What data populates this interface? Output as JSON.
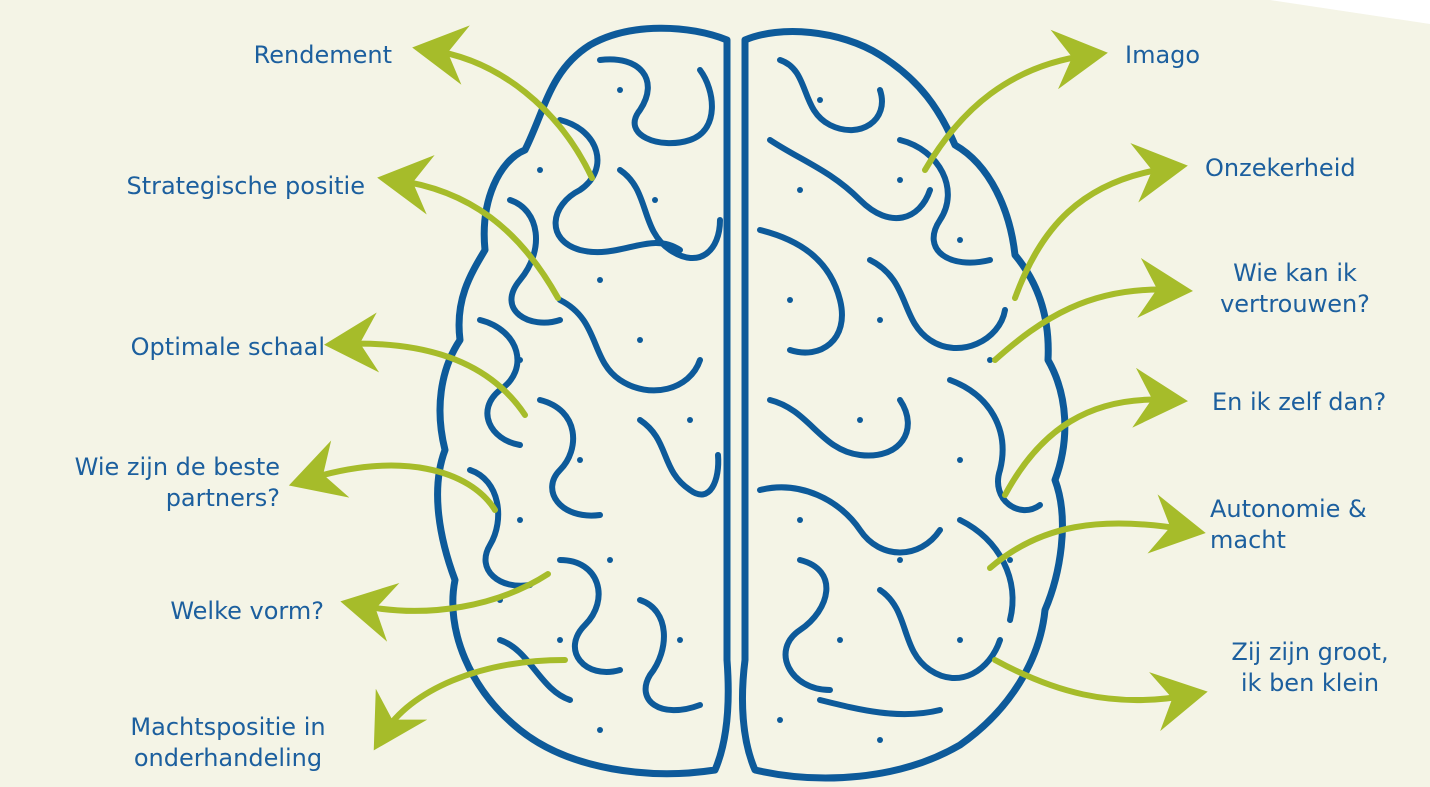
{
  "colors": {
    "background": "#f4f4e6",
    "brain": "#0d5a9a",
    "arrow": "#a6bc2a",
    "text": "#1c5f9e"
  },
  "left_labels": [
    {
      "id": "rendement",
      "text": "Rendement"
    },
    {
      "id": "strategische-positie",
      "text": "Strategische positie"
    },
    {
      "id": "optimale-schaal",
      "text": "Optimale schaal"
    },
    {
      "id": "beste-partners",
      "text": "Wie zijn de beste\npartners?"
    },
    {
      "id": "welke-vorm",
      "text": "Welke vorm?"
    },
    {
      "id": "machtspositie",
      "text": "Machtspositie in\nonderhandeling"
    }
  ],
  "right_labels": [
    {
      "id": "imago",
      "text": "Imago"
    },
    {
      "id": "onzekerheid",
      "text": "Onzekerheid"
    },
    {
      "id": "vertrouwen",
      "text": "Wie kan ik\nvertrouwen?"
    },
    {
      "id": "ik-zelf",
      "text": "En ik zelf dan?"
    },
    {
      "id": "autonomie",
      "text": "Autonomie &\nmacht"
    },
    {
      "id": "groot-klein",
      "text": "Zij zijn groot,\nik ben klein"
    }
  ]
}
